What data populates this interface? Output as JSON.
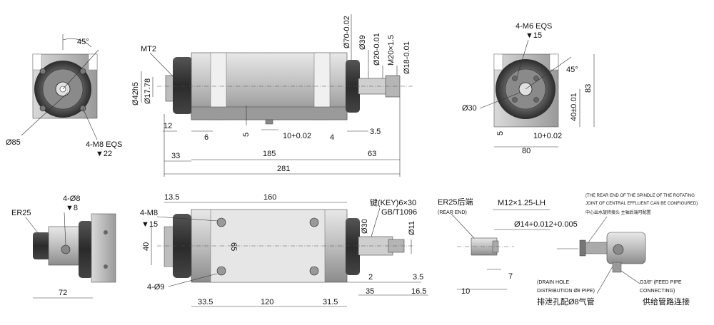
{
  "front_left": {
    "angle": "45°",
    "dia": "Ø85",
    "holes": "4-M8 EQS",
    "holes_depth": "▼22"
  },
  "side_top": {
    "taper": "MT2",
    "d42": "Ø42h5",
    "d17": "Ø17.78",
    "d70": "Ø70-0.02",
    "d39": "Ø39",
    "d20": "Ø20-0.01",
    "m20": "M20×1.5",
    "d18": "Ø18-0.01",
    "l12": "12",
    "l6": "6",
    "l5": "5",
    "l10": "10+0.02",
    "l4": "4",
    "l35": "3.5",
    "l33": "33",
    "l185": "185",
    "l63": "63",
    "l281": "281"
  },
  "front_right": {
    "holes": "4-M6 EQS",
    "holes_depth": "▼15",
    "angle": "45°",
    "d30": "Ø30",
    "h83": "83",
    "h40": "40±0.01",
    "l5": "5",
    "l10": "10+0.02",
    "w80": "80"
  },
  "bottom_left": {
    "collet": "ER25",
    "holes": "4-Ø8",
    "holes_depth": "▼8",
    "w72": "72"
  },
  "bottom_middle": {
    "l135": "13.5",
    "l160": "160",
    "holes": "4-M8",
    "holes_depth": "▼15",
    "h40": "40",
    "mid65": "65",
    "holes9": "4-Ø9",
    "key": "键(KEY)6×30",
    "key_std": "GB/T1096",
    "d30": "Ø30",
    "d11": "Ø11",
    "l2": "2",
    "l35": "3.5",
    "l335": "33.5",
    "l120": "120",
    "l315": "31.5",
    "l35b": "35",
    "l165": "16.5"
  },
  "rear_detail": {
    "er25": "ER25后端",
    "rear": "(REAR END)",
    "thread": "M12×1.25-LH",
    "d14": "Ø14+0.012+0.005",
    "l7": "7",
    "l10": "10"
  },
  "rotary_joint": {
    "note_en1": "(THE REAR END OF THE SPINDLE OF THE ROTATING",
    "note_en2": "JOINT OF CENTRAL EFFLUENT CAN BE CONFIGURED)",
    "note_cn": "中心出水旋转接头 主轴后端可配置",
    "drain_en1": "(DRAIN HOLE",
    "drain_en2": "DISTRIBUTION Ø8 PIPE)",
    "drain_cn": "排泄孔配Ø8气管",
    "feed_en1": "G3/8\" (FEED PIPE",
    "feed_en2": "CONNECTING)",
    "feed_cn": "供给管路连接"
  }
}
